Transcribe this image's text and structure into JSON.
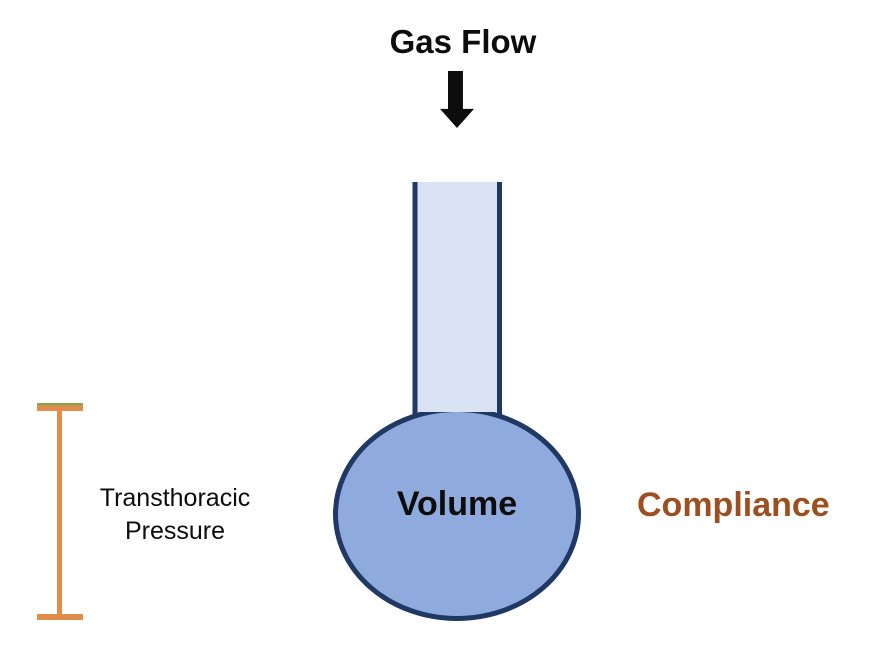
{
  "diagram": {
    "title": "Gas Flow",
    "balloon_label": "Volume",
    "compliance_label": "Compliance",
    "pressure_label_line1": "Transthoracic",
    "pressure_label_line2": "Pressure"
  },
  "icons": {
    "down_arrow": "down-arrow-icon"
  },
  "colors": {
    "ink": "#0d0d0d",
    "outline": "#1f3864",
    "tube_fill": "#dae3f3",
    "balloon_fill": "#8faadc",
    "bracket_orange": "#e08c4a",
    "bracket_green": "#7fa653",
    "compliance_color": "#9c5021",
    "canvas_bg": "#ffffff"
  }
}
